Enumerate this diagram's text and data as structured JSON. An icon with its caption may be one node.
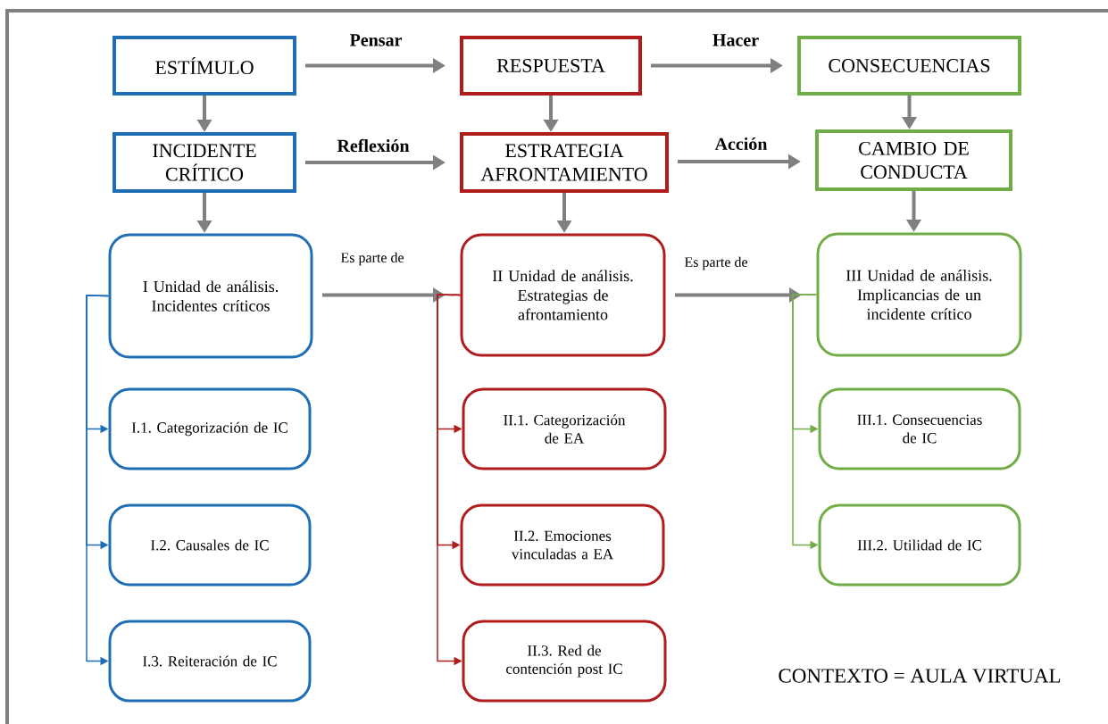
{
  "diagram": {
    "nodes": [
      {
        "text": [
          "ESTÍMULO"
        ]
      },
      {
        "text": [
          "RESPUESTA"
        ]
      },
      {
        "text": [
          "CONSECUENCIAS"
        ]
      },
      {
        "text": [
          "INCIDENTE CRÍTICO"
        ]
      },
      {
        "text": [
          "ESTRATEGIA AFRONTAMIENTO"
        ]
      },
      {
        "text": [
          "CAMBIO DE CONDUCTA"
        ]
      },
      {
        "text": [
          "I Unidad de análisis. Incidentes críticos"
        ]
      },
      {
        "text": [
          "II Unidad de análisis. Estrategias de afrontamiento"
        ]
      },
      {
        "text": [
          "III Unidad de análisis. Implicancias de un incidente crítico"
        ]
      },
      {
        "text": [
          "I.1. Categorización de IC"
        ]
      },
      {
        "text": [
          "I.2. Causales de IC"
        ]
      },
      {
        "text": [
          "I.3. Reiteración de IC"
        ]
      },
      {
        "text": [
          "II.1. Categorización de EA"
        ]
      },
      {
        "text": [
          "II.2. Emociones vinculadas a EA"
        ]
      },
      {
        "text": [
          "II.3. Red de contención post IC"
        ]
      },
      {
        "text": [
          "III.1. Consecuencias de IC"
        ]
      },
      {
        "text": [
          "III.2. Utilidad de IC"
        ]
      }
    ],
    "edges": [
      {
        "from": 0,
        "to": 1,
        "arrow": "to",
        "label": "Pensar"
      },
      {
        "from": 1,
        "to": 2,
        "arrow": "to",
        "label": "Hacer"
      },
      {
        "from": 0,
        "to": 3,
        "arrow": "to"
      },
      {
        "from": 1,
        "to": 4,
        "arrow": "to"
      },
      {
        "from": 2,
        "to": 5,
        "arrow": "to"
      },
      {
        "from": 3,
        "to": 4,
        "arrow": "to",
        "label": "Reflexión"
      },
      {
        "from": 4,
        "to": 5,
        "arrow": "to",
        "label": "Acción"
      },
      {
        "from": 3,
        "to": 6,
        "arrow": "to"
      },
      {
        "from": 4,
        "to": 7,
        "arrow": "to"
      },
      {
        "from": 5,
        "to": 8,
        "arrow": "to"
      },
      {
        "from": 6,
        "to": 7,
        "arrow": "to",
        "label": "Es parte de"
      },
      {
        "from": 7,
        "to": 8,
        "arrow": "to",
        "label": "Es parte de"
      },
      {
        "from": 6,
        "to": 9,
        "arrow": "to",
        "color": "#1f6eb5"
      },
      {
        "from": 6,
        "to": 10,
        "arrow": "to",
        "color": "#1f6eb5"
      },
      {
        "from": 6,
        "to": 11,
        "arrow": "to",
        "color": "#1f6eb5"
      },
      {
        "from": 7,
        "to": 12,
        "arrow": "to",
        "color": "#b01c1c"
      },
      {
        "from": 7,
        "to": 13,
        "arrow": "to",
        "color": "#b01c1c"
      },
      {
        "from": 7,
        "to": 14,
        "arrow": "to",
        "color": "#b01c1c"
      },
      {
        "from": 8,
        "to": 15,
        "arrow": "to",
        "color": "#70ad47"
      },
      {
        "from": 8,
        "to": 16,
        "arrow": "to",
        "color": "#70ad47"
      }
    ],
    "labels": [
      "CONTEXTO = AULA VIRTUAL"
    ]
  }
}
